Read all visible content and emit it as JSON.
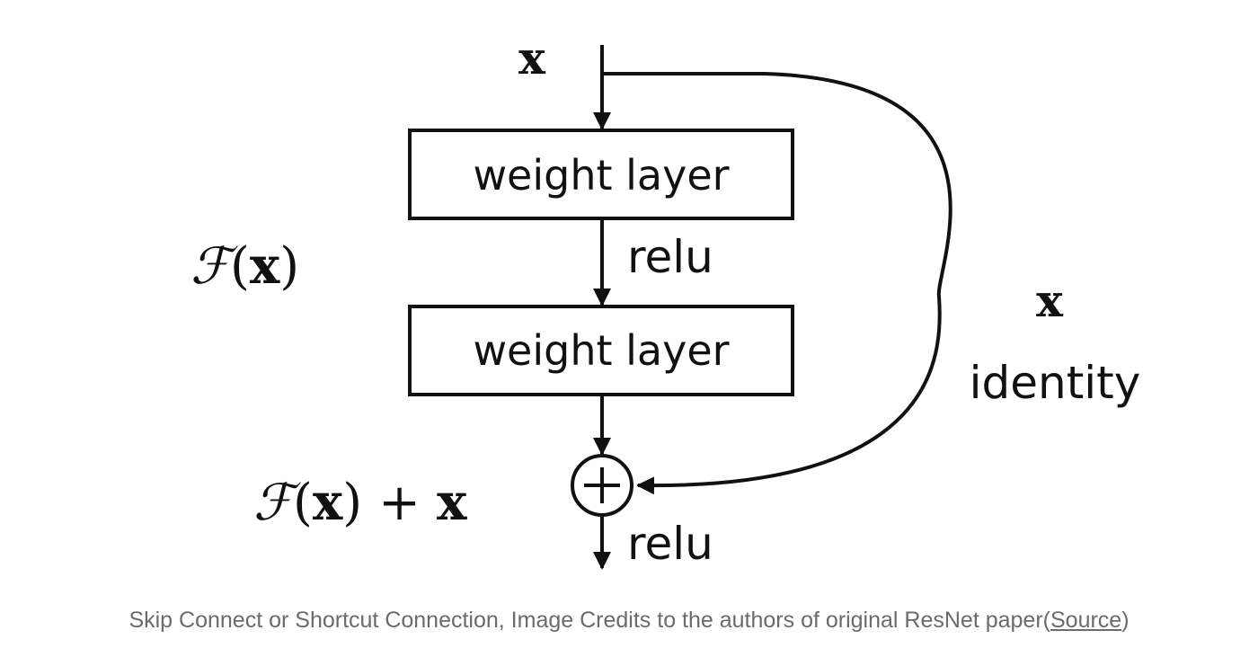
{
  "diagram": {
    "input_label": "x",
    "layer1_label": "weight layer",
    "relu1_label": "relu",
    "layer2_label": "weight layer",
    "relu2_label": "relu",
    "residual_label": {
      "func": "ℱ",
      "open": "(",
      "var": "x",
      "close": ")"
    },
    "sum_label": {
      "func": "ℱ",
      "open": "(",
      "var": "x",
      "close": ")",
      "plus": "+",
      "var2": "x"
    },
    "shortcut_var_label": "x",
    "identity_label": "identity",
    "adder_symbol": "+"
  },
  "caption": {
    "text": "Skip Connect or Shortcut Connection, Image Credits to the authors of original ResNet paper(",
    "link_text": "Source",
    "suffix": ")"
  }
}
